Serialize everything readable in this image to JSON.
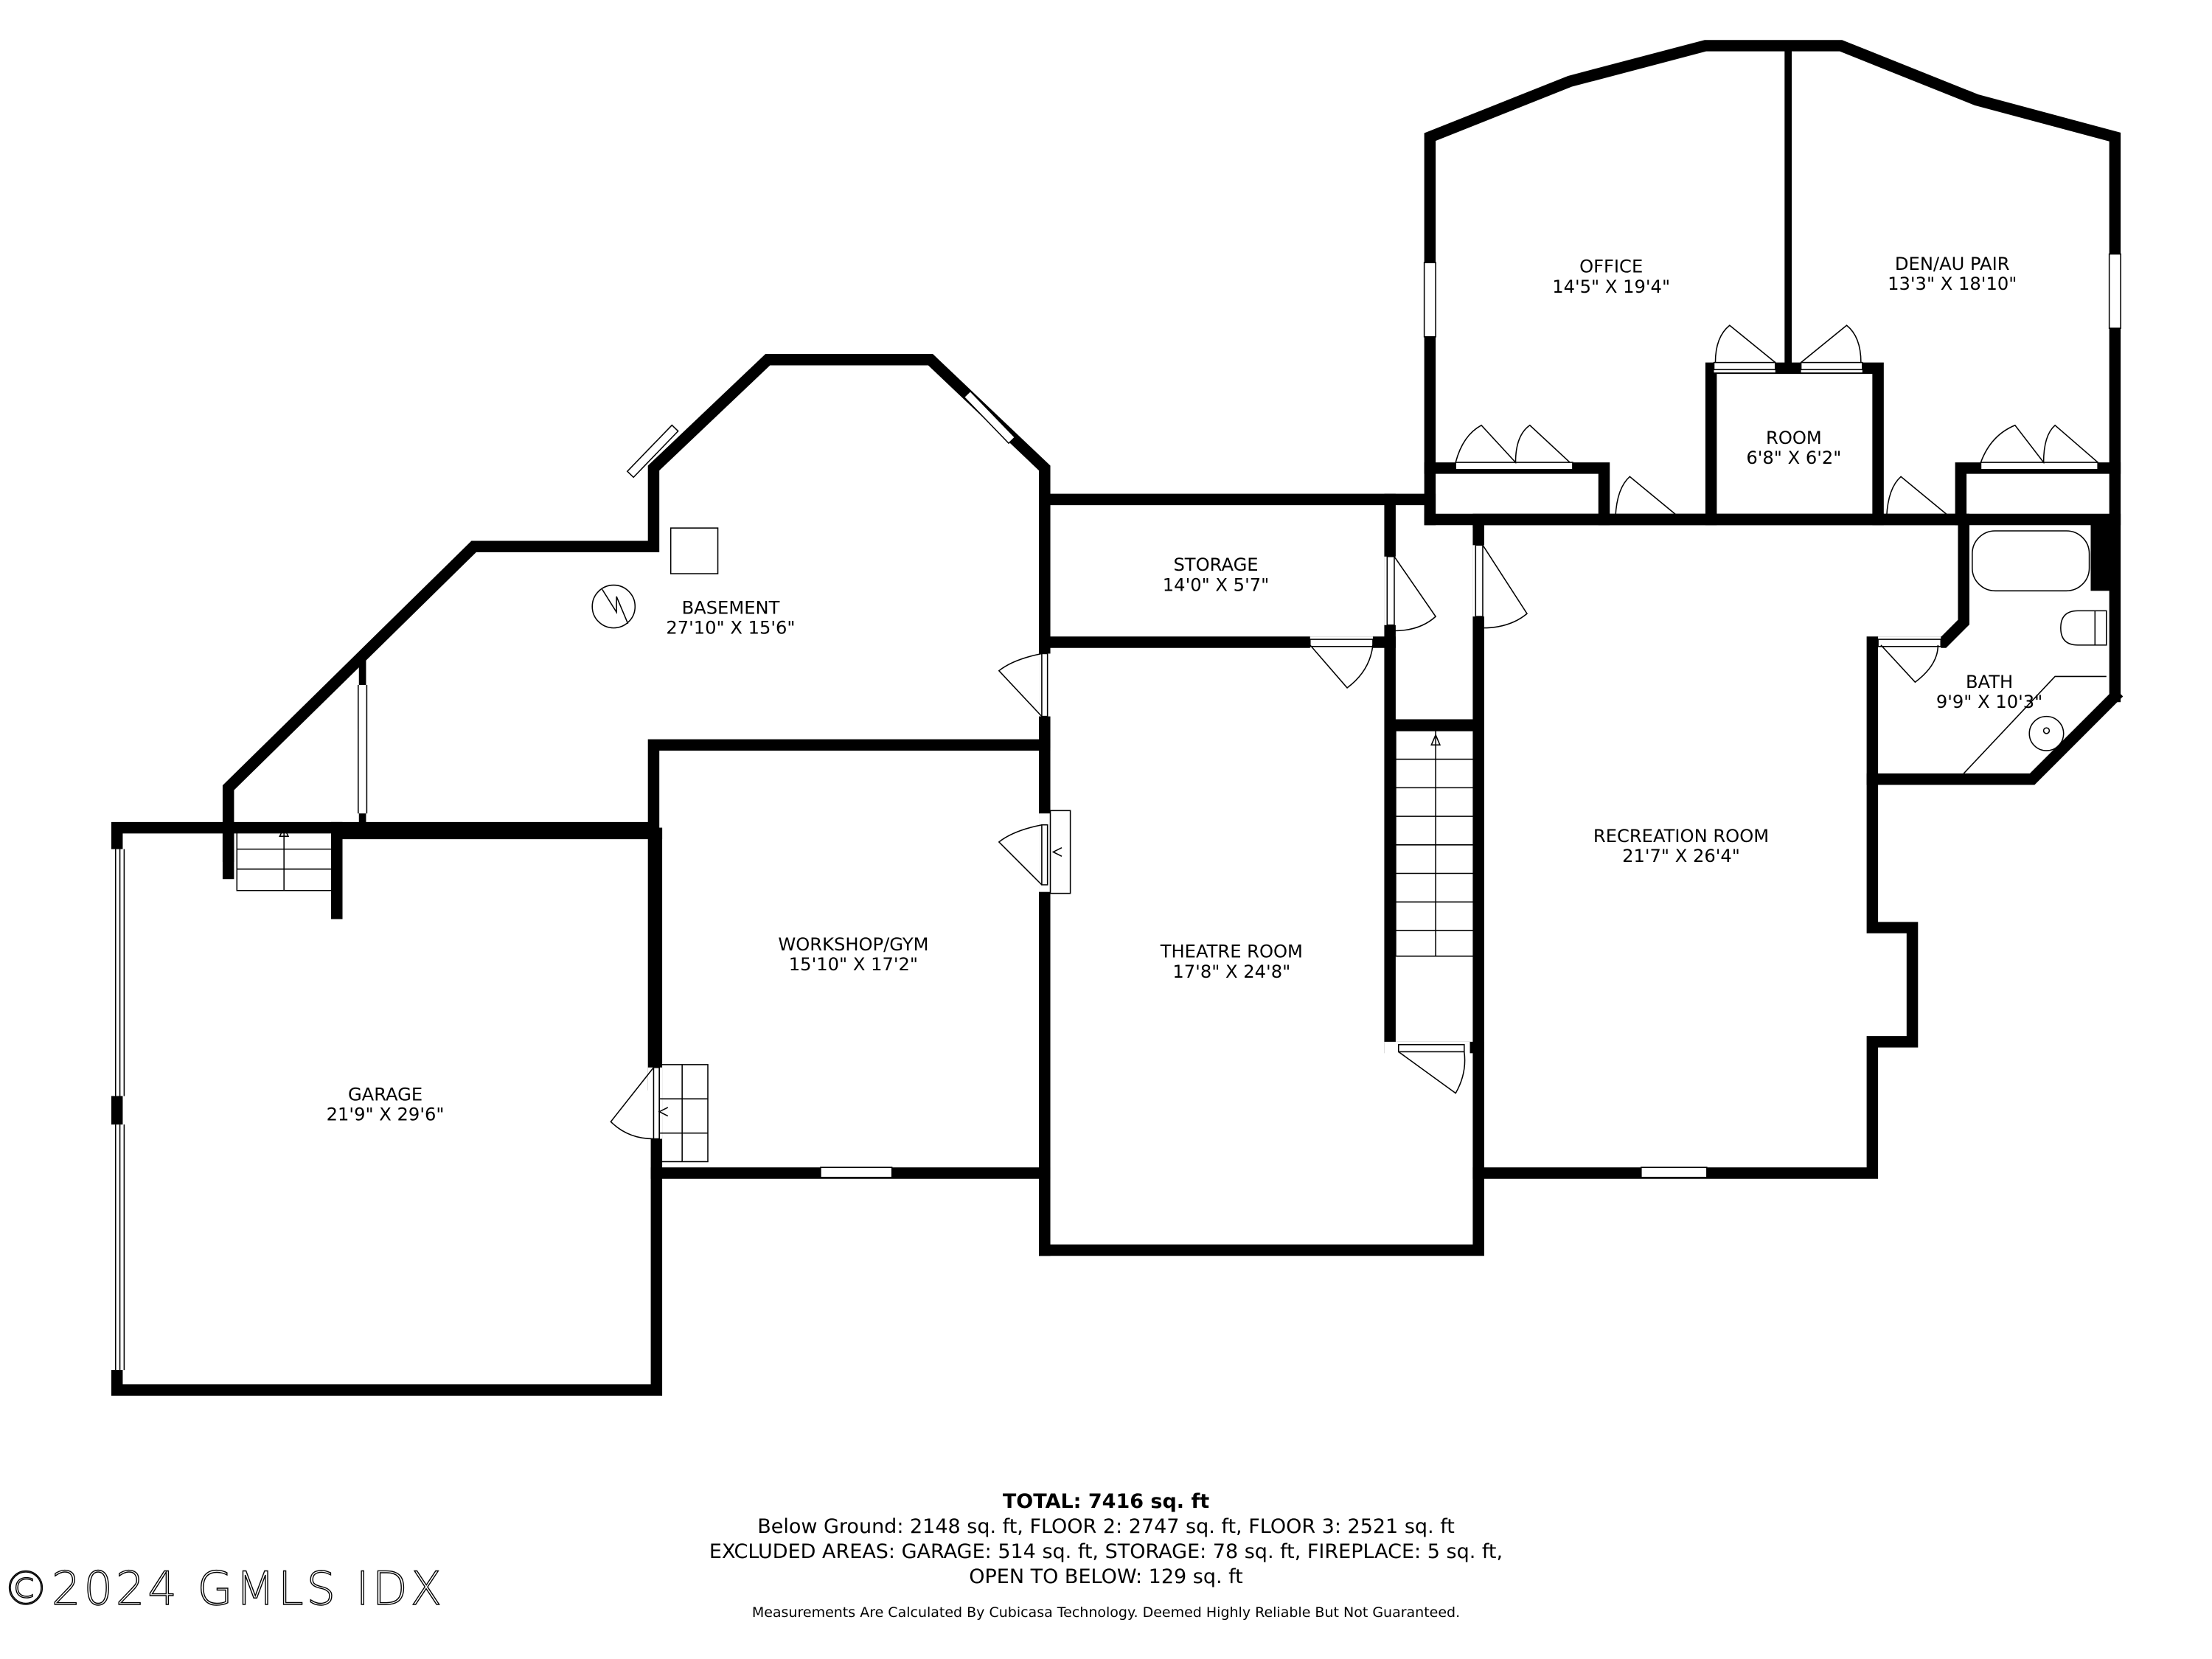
{
  "floor_plan": {
    "rooms": [
      {
        "name": "OFFICE",
        "dims": "14'5\" X 19'4\""
      },
      {
        "name": "DEN/AU PAIR",
        "dims": "13'3\" X 18'10\""
      },
      {
        "name": "ROOM",
        "dims": "6'8\" X 6'2\""
      },
      {
        "name": "BASEMENT",
        "dims": "27'10\" X 15'6\""
      },
      {
        "name": "STORAGE",
        "dims": "14'0\" X 5'7\""
      },
      {
        "name": "BATH",
        "dims": "9'9\" X 10'3\""
      },
      {
        "name": "RECREATION ROOM",
        "dims": "21'7\" X 26'4\""
      },
      {
        "name": "WORKSHOP/GYM",
        "dims": "15'10\" X 17'2\""
      },
      {
        "name": "THEATRE ROOM",
        "dims": "17'8\" X 24'8\""
      },
      {
        "name": "GARAGE",
        "dims": "21'9\" X 29'6\""
      }
    ]
  },
  "summary": {
    "total": "TOTAL: 7416 sq. ft",
    "floors": "Below Ground: 2148 sq. ft, FLOOR 2: 2747 sq. ft, FLOOR 3: 2521 sq. ft",
    "excluded": "EXCLUDED AREAS: GARAGE: 514 sq. ft, STORAGE: 78 sq. ft, FIREPLACE: 5 sq. ft,",
    "open_to_below": "OPEN TO BELOW: 129 sq. ft",
    "disclaimer": "Measurements Are Calculated By Cubicasa Technology. Deemed Highly Reliable But Not Guaranteed."
  },
  "watermark": "©2024 GMLS IDX"
}
